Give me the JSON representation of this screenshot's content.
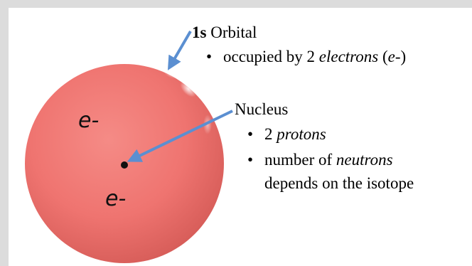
{
  "orbital": {
    "title_bold": "1s",
    "title_rest": " Orbital",
    "bullet": {
      "pre": "occupied by 2 ",
      "em": "electrons",
      "mid": " (",
      "em2": "e-",
      "post": ")"
    }
  },
  "nucleus": {
    "title": "Nucleus",
    "bullets": [
      {
        "pre": "2 ",
        "em": "protons",
        "post": ""
      },
      {
        "pre": "number of ",
        "em": "neutrons",
        "post": ""
      }
    ],
    "continuation": "depends on the isotope"
  },
  "electrons": [
    "e-",
    "e-"
  ],
  "bullet_glyph": "•",
  "colors": {
    "orbital_fill": "#f07a76",
    "orbital_edge": "#d9605c",
    "arrow": "#5b8fd1",
    "nucleus": "#111111"
  }
}
